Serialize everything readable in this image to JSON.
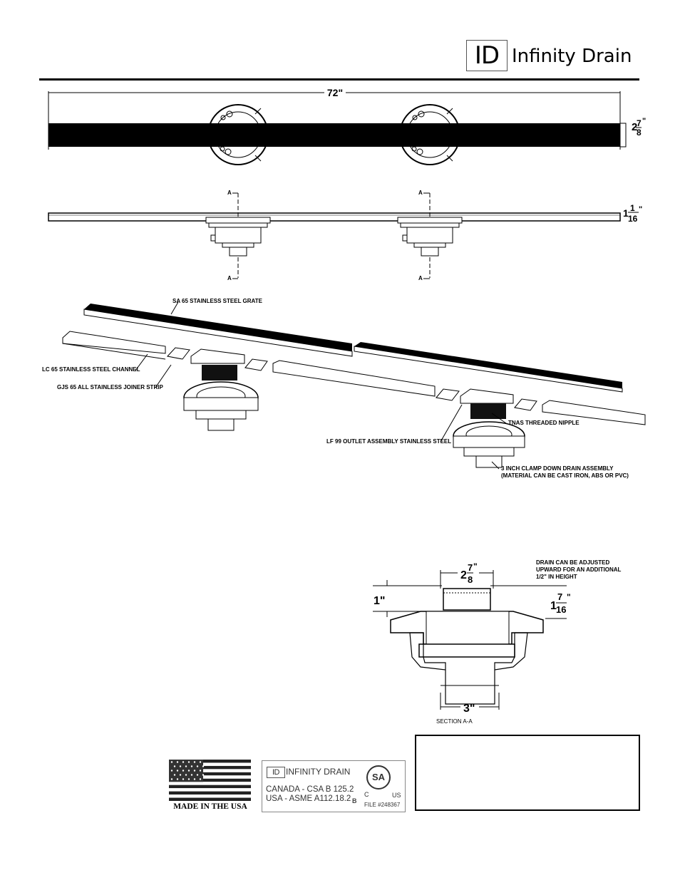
{
  "header": {
    "logo_mark": "ID",
    "brand_name": "Infinity Drain"
  },
  "plan_view": {
    "overall_length": "72\"",
    "width_whole": "2",
    "width_num": "7",
    "width_den": "8",
    "width_unit": "\""
  },
  "elevation_view": {
    "section_marker": "A",
    "height_whole": "1",
    "height_num": "1",
    "height_den": "16",
    "height_unit": "\""
  },
  "exploded_view": {
    "labels": {
      "grate": "SA 65 STAINLESS STEEL GRATE",
      "channel": "LC 65 STAINLESS STEEL CHANNEL",
      "joiner": "GJS 65 ALL STAINLESS JOINER STRIP",
      "nipple": "TNAS THREADED NIPPLE",
      "outlet": "LF 99 OUTLET ASSEMBLY STAINLESS STEEL",
      "drain_line1": "3 INCH CLAMP DOWN DRAIN ASSEMBLY",
      "drain_line2": "(MATERIAL CAN BE CAST IRON, ABS OR PVC)"
    }
  },
  "section_view": {
    "note_line1": "DRAIN CAN BE ADJUSTED",
    "note_line2": "UPWARD FOR AN ADDITIONAL",
    "note_line3": "1/2\" IN HEIGHT",
    "top_whole": "2",
    "top_num": "7",
    "top_den": "8",
    "top_unit": "\"",
    "left_dim": "1\"",
    "right_whole": "1",
    "right_num": "7",
    "right_den": "16",
    "right_unit": "\"",
    "bottom_dim": "3\"",
    "caption": "SECTION A-A"
  },
  "certification": {
    "made_in": "MADE IN THE USA",
    "card_logo": "ID",
    "card_brand": "INFINITY DRAIN",
    "canada_std": "CANADA - CSA B 125.2",
    "usa_std": "USA - ASME A112.18.2",
    "b_mark": "B",
    "csa_symbol": "SA",
    "csa_c": "C",
    "csa_us": "US",
    "file_no": "FILE #248367"
  }
}
